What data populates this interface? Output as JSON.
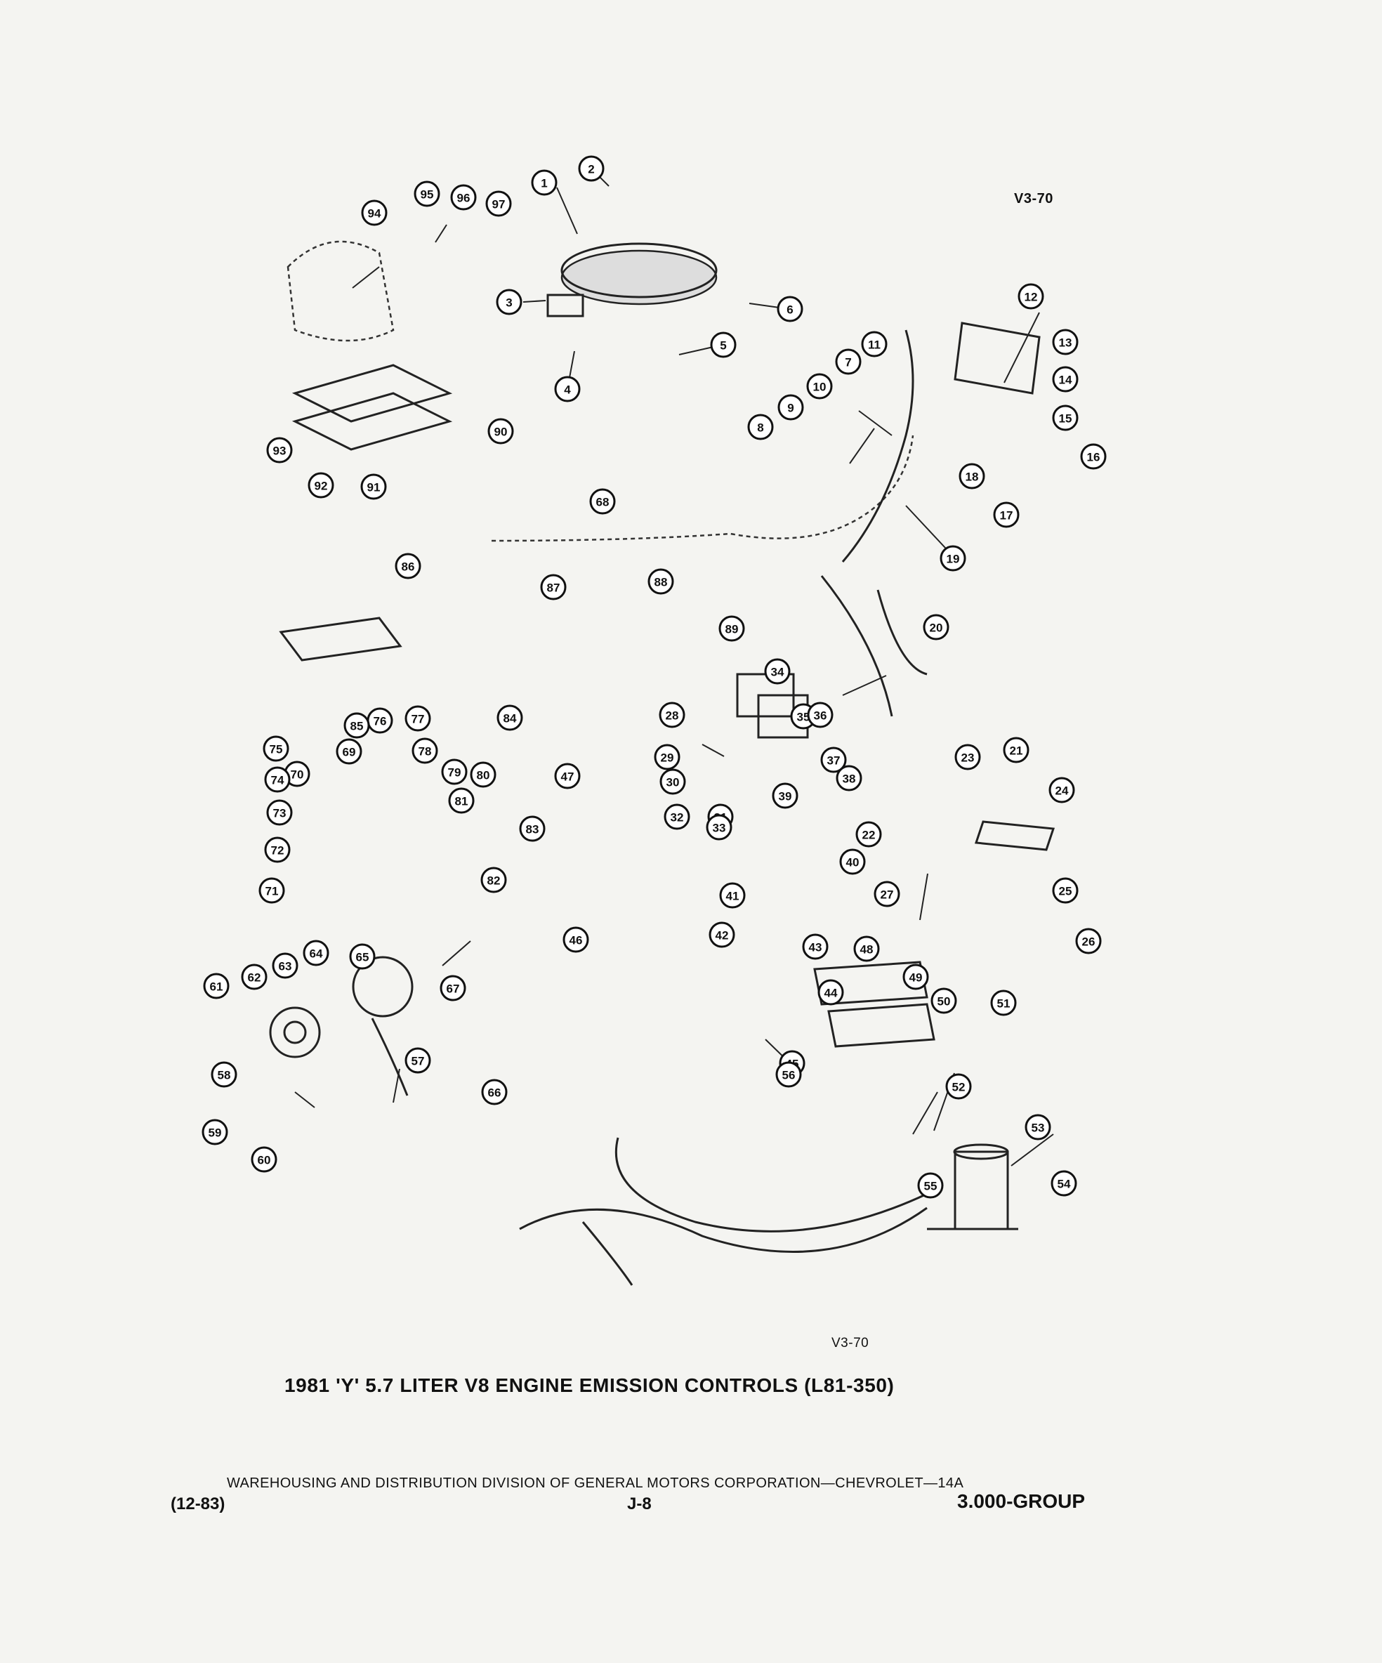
{
  "ref_code_top": "V3-70",
  "ref_code_bottom": "V3-70",
  "title": "1981 'Y' 5.7 LITER V8 ENGINE EMISSION CONTROLS (L81-350)",
  "footer": {
    "publisher": "WAREHOUSING AND DISTRIBUTION DIVISION OF GENERAL MOTORS CORPORATION—CHEVROLET—14A",
    "date": "(12-83)",
    "page": "J-8",
    "group": "3.000-GROUP"
  },
  "callout_numbers": [
    "1",
    "2",
    "3",
    "4",
    "5",
    "6",
    "7",
    "8",
    "9",
    "10",
    "11",
    "12",
    "13",
    "14",
    "15",
    "16",
    "17",
    "18",
    "19",
    "20",
    "21",
    "22",
    "23",
    "24",
    "25",
    "26",
    "27",
    "28",
    "29",
    "30",
    "31",
    "32",
    "33",
    "34",
    "35",
    "36",
    "37",
    "38",
    "39",
    "40",
    "41",
    "42",
    "43",
    "44",
    "45",
    "46",
    "47",
    "48",
    "49",
    "50",
    "51",
    "52",
    "53",
    "54",
    "55",
    "56",
    "57",
    "58",
    "59",
    "60",
    "61",
    "62",
    "63",
    "64",
    "65",
    "66",
    "67",
    "68",
    "69",
    "70",
    "71",
    "72",
    "73",
    "74",
    "75",
    "76",
    "77",
    "78",
    "79",
    "80",
    "81",
    "82",
    "83",
    "84",
    "85",
    "86",
    "87",
    "88",
    "89",
    "90",
    "91",
    "92",
    "93",
    "94",
    "95",
    "96",
    "97"
  ]
}
